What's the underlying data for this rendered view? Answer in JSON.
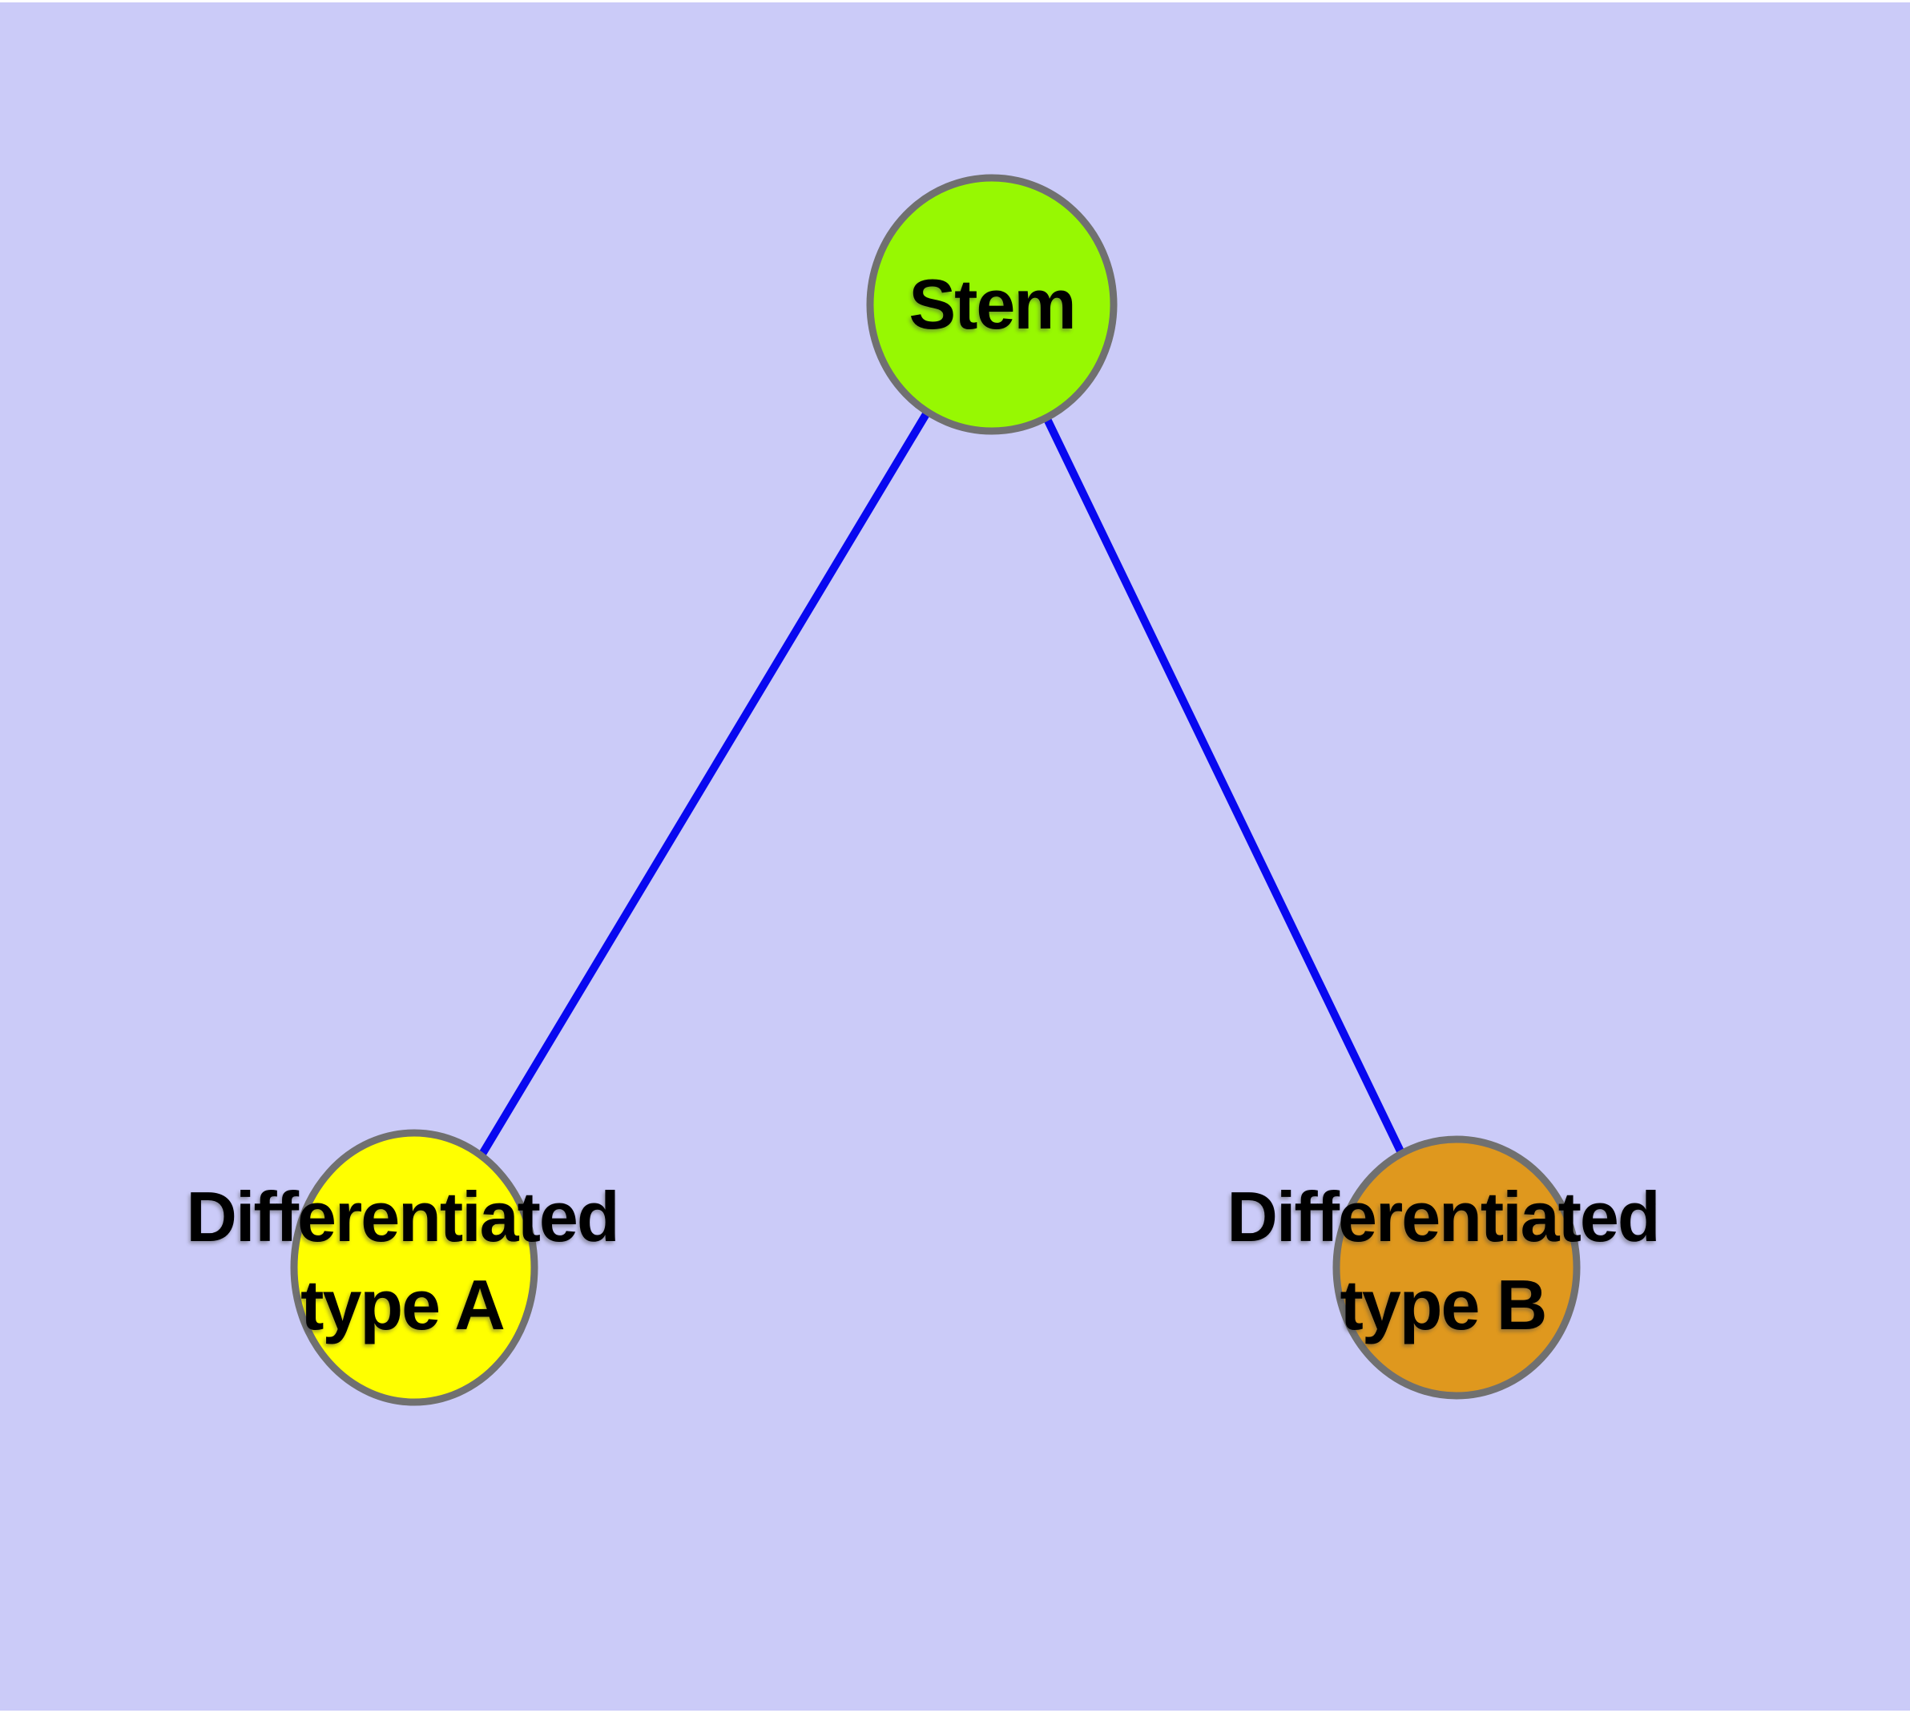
{
  "figure": {
    "title": "",
    "background_color": "#CBCBF8",
    "margin_color": "#FFFFFF",
    "edge_color": "#0808F0",
    "node_frame_color": "#707070",
    "label_color": "#000000"
  },
  "nodes": [
    {
      "id": "stem",
      "label_line1": "Stem",
      "label_line2": "",
      "color": "#97F802"
    },
    {
      "id": "differentiated-type-a",
      "label_line1": "Differentiated",
      "label_line2": "type A",
      "color": "#FFFF00"
    },
    {
      "id": "differentiated-type-b",
      "label_line1": "Differentiated",
      "label_line2": "type B",
      "color": "#DF981E"
    }
  ],
  "edges": [
    {
      "from": "stem",
      "to": "differentiated-type-a"
    },
    {
      "from": "stem",
      "to": "differentiated-type-b"
    }
  ]
}
